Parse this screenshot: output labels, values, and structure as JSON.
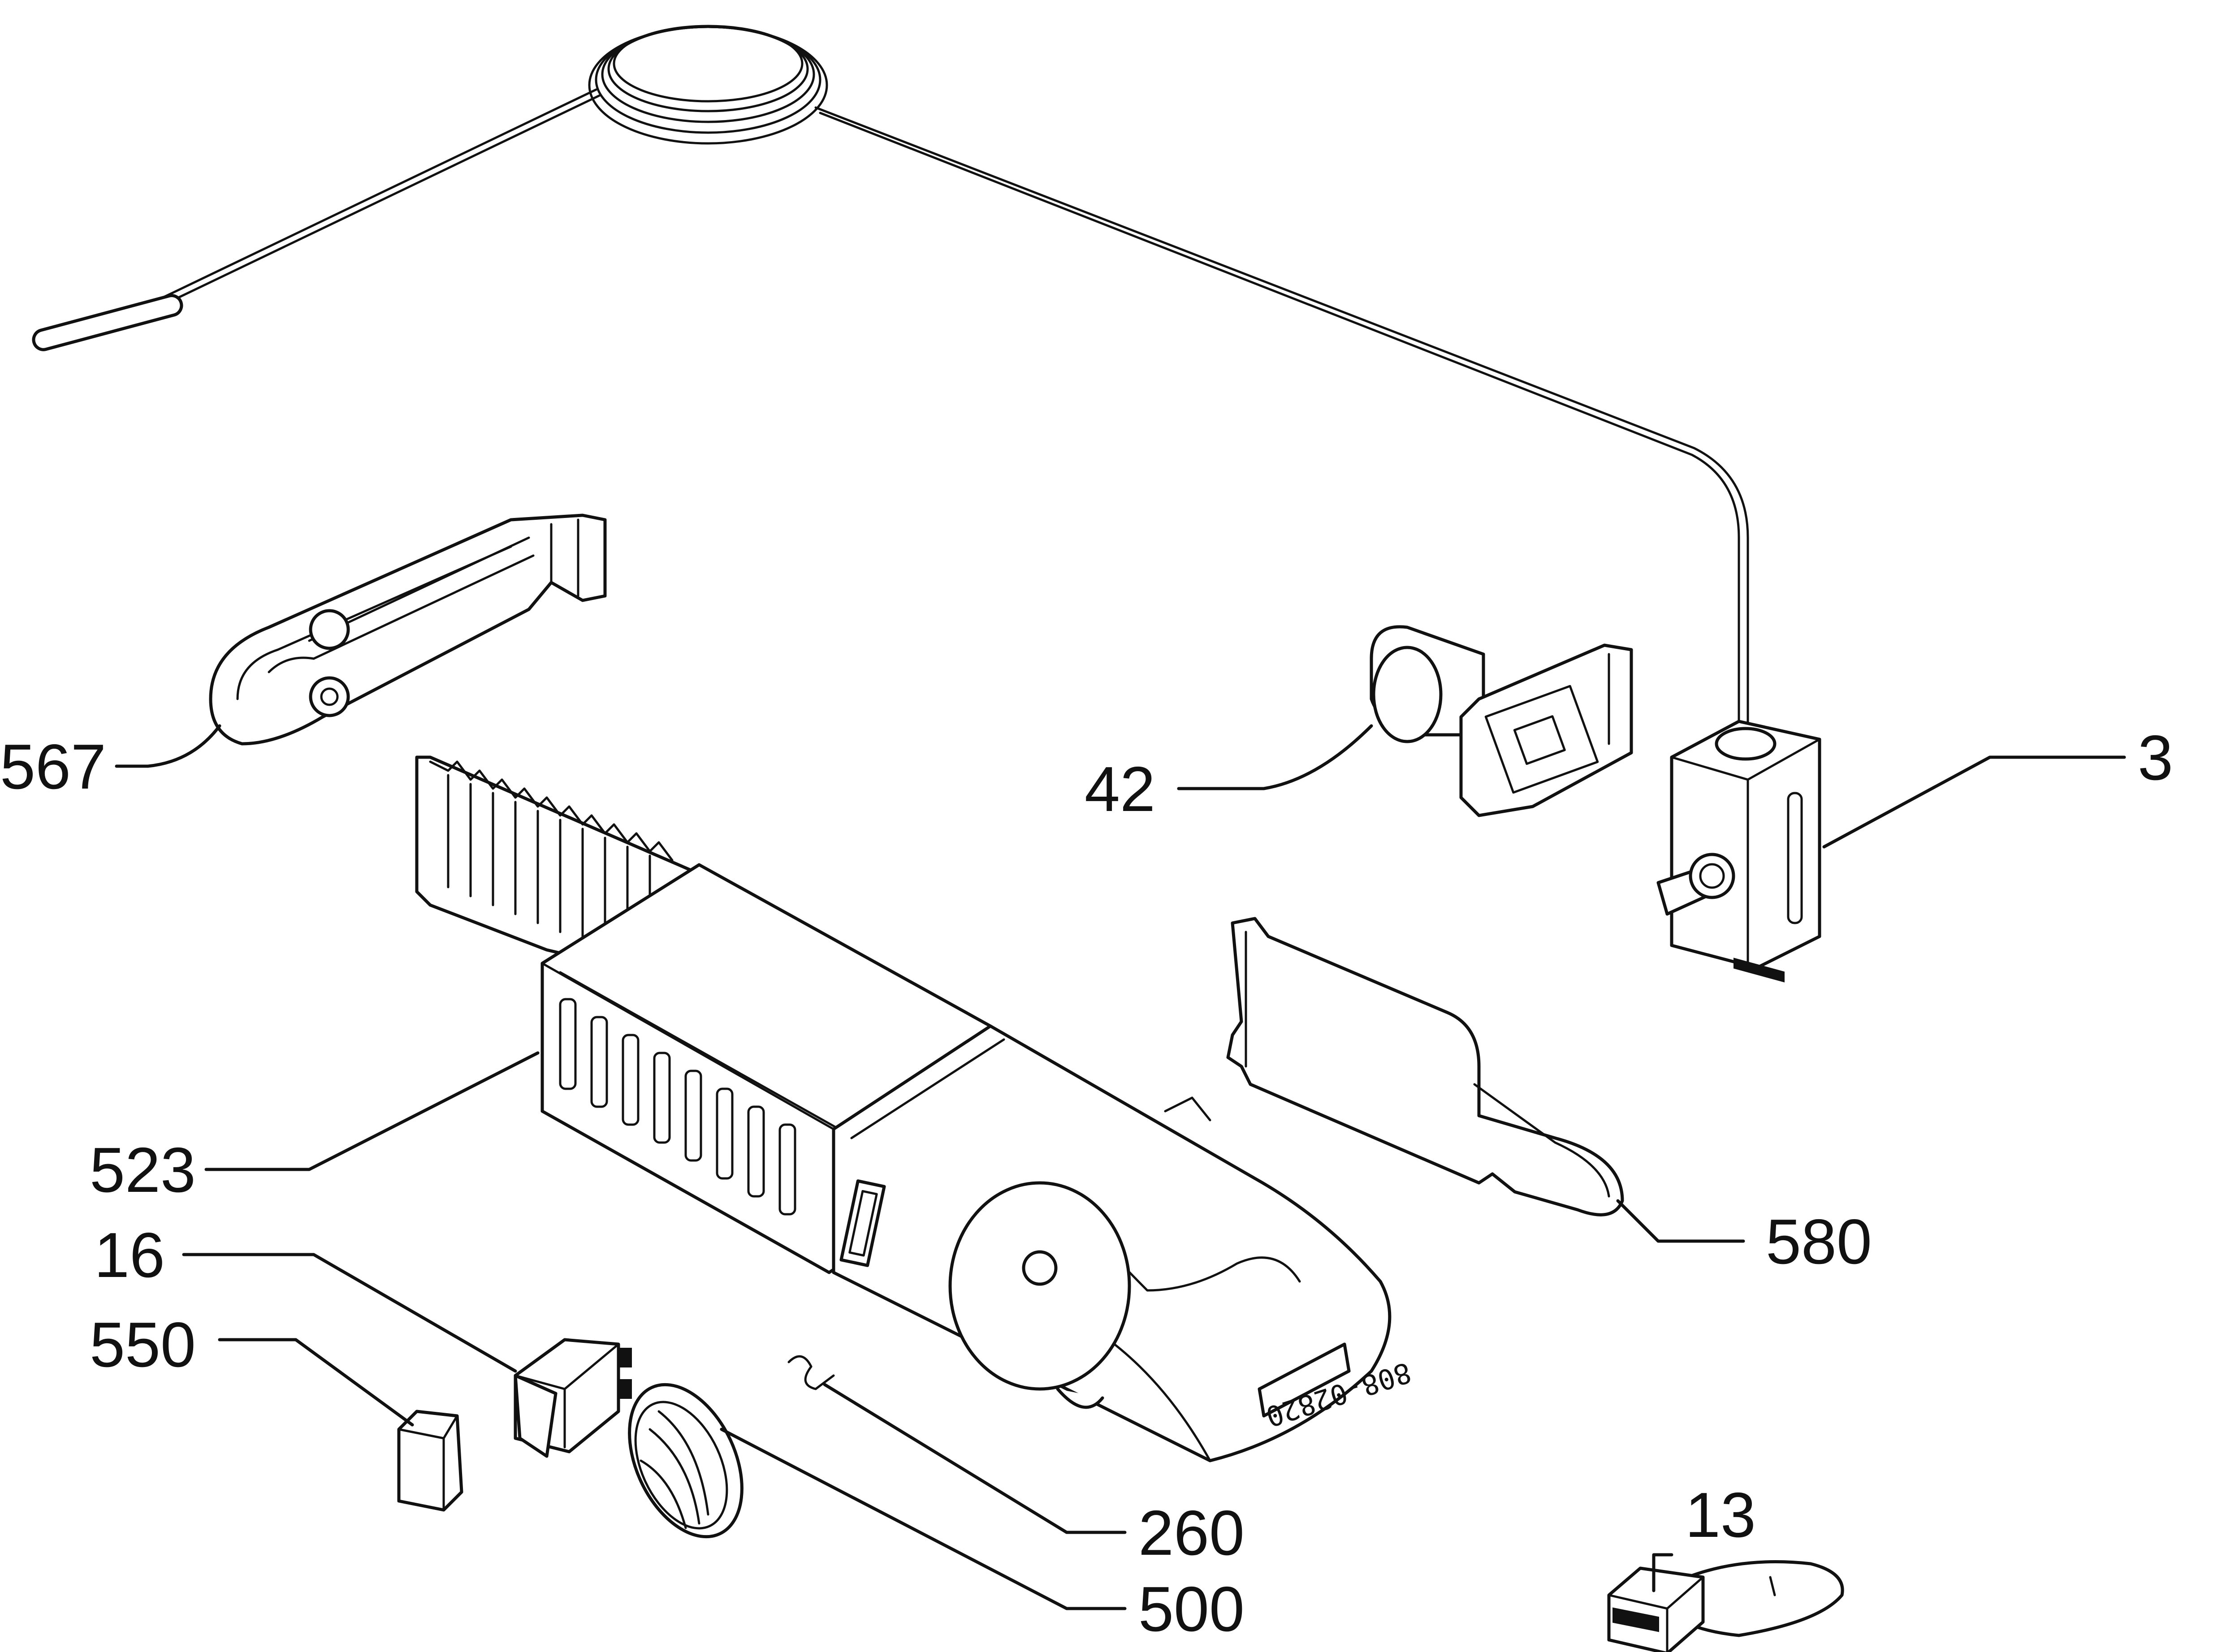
{
  "callouts": {
    "c567": "567",
    "c42": "42",
    "c3": "3",
    "c523": "523",
    "c580": "580",
    "c16": "16",
    "c550": "550",
    "c260": "260",
    "c500": "500",
    "c13": "13"
  },
  "drawing_number": "808-02820"
}
